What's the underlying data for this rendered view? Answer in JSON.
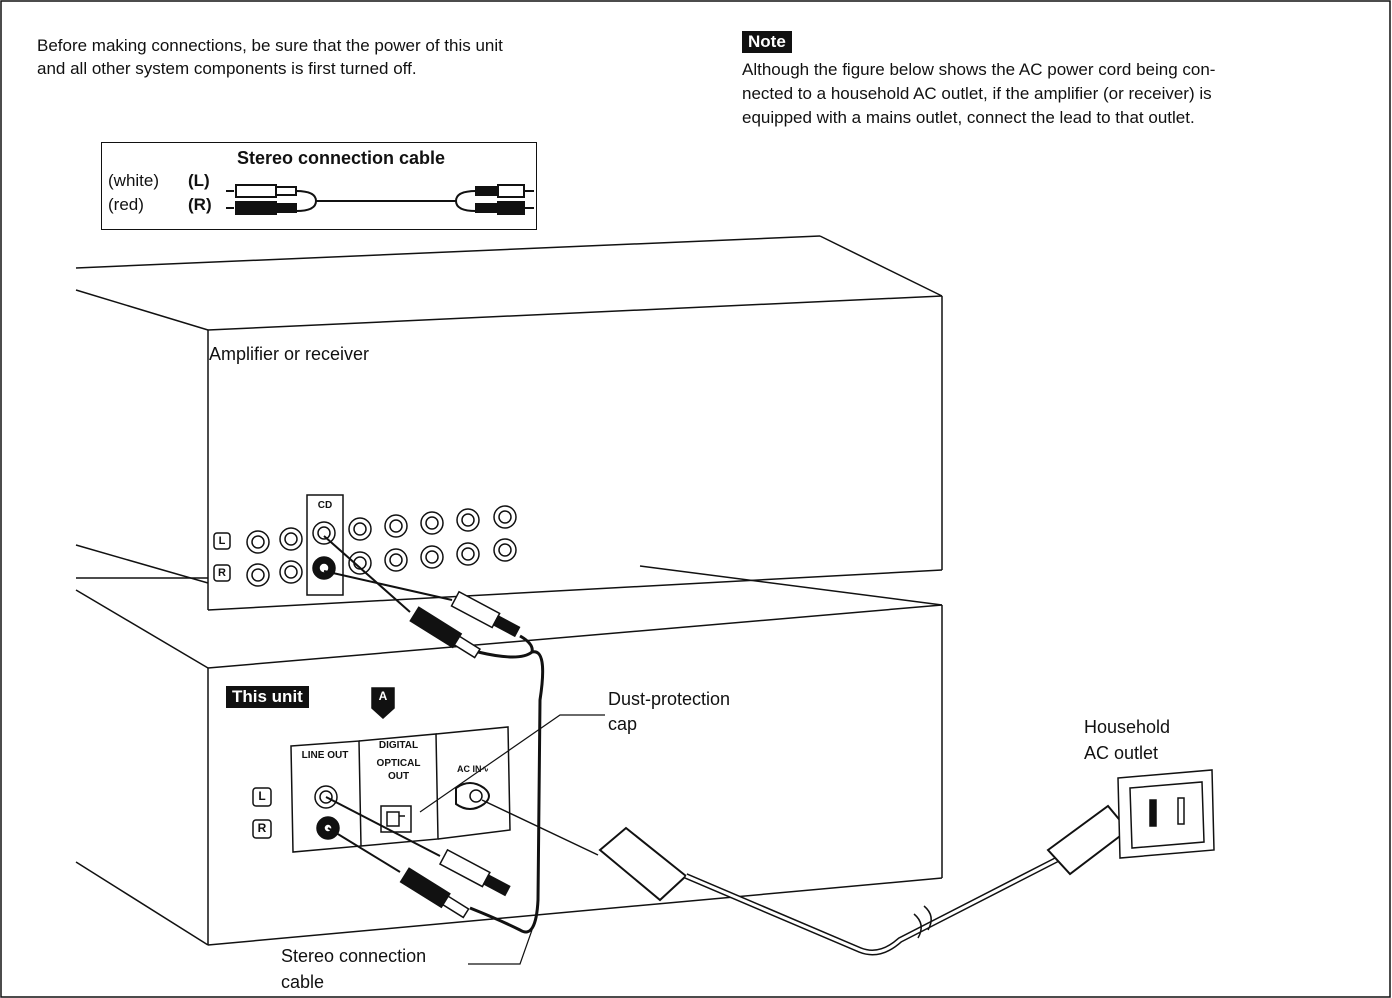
{
  "intro": {
    "text_line1": "Before making connections, be sure that the power of this unit",
    "text_line2": "and all other system components is first turned off."
  },
  "note": {
    "badge": "Note",
    "line1": "Although the figure below shows the AC power cord being con-",
    "line2": "nected to a household AC outlet, if the amplifier (or receiver) is",
    "line3": "equipped with a mains outlet, connect the lead to that outlet."
  },
  "cable_legend": {
    "title": "Stereo connection cable",
    "white_label": "(white)",
    "red_label": "(red)",
    "left_marker": "(L)",
    "right_marker": "(R)"
  },
  "amplifier": {
    "label": "Amplifier or receiver",
    "cd_label": "CD",
    "left_marker": "L",
    "right_marker": "R"
  },
  "this_unit": {
    "badge": "This unit",
    "section_marker": "A",
    "line_out": "LINE OUT",
    "digital_optical_out_1": "DIGITAL",
    "digital_optical_out_2": "OPTICAL",
    "digital_optical_out_3": "OUT",
    "ac_in": "AC IN∿",
    "left_marker": "L",
    "right_marker": "R"
  },
  "callouts": {
    "dust_cap_1": "Dust-protection",
    "dust_cap_2": "cap",
    "outlet_1": "Household",
    "outlet_2": "AC outlet",
    "stereo_cable_1": "Stereo connection",
    "stereo_cable_2": "cable"
  }
}
